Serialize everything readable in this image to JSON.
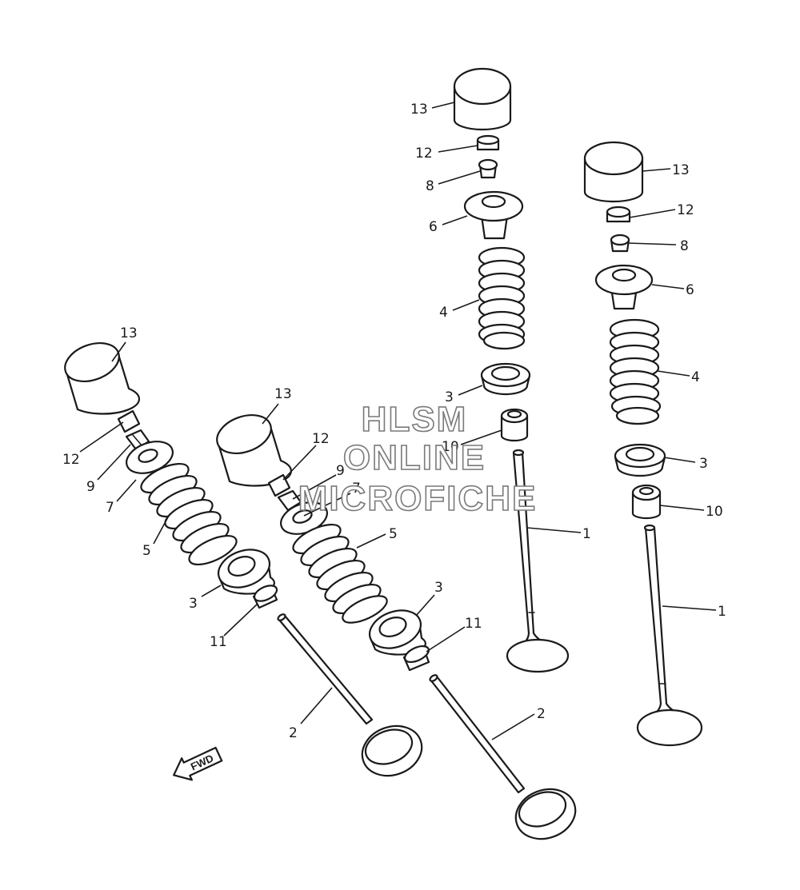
{
  "watermark": {
    "line1": "HLSM",
    "line2": "ONLINE",
    "line3": "MICROFICHE"
  },
  "direction_arrow": {
    "label": "FWD"
  },
  "callouts": {
    "c1a": "1",
    "c1b": "1",
    "c2a": "2",
    "c2b": "2",
    "c3a": "3",
    "c3b": "3",
    "c3c": "3",
    "c3d": "3",
    "c4a": "4",
    "c4b": "4",
    "c5a": "5",
    "c5b": "5",
    "c6a": "6",
    "c6b": "6",
    "c7a": "7",
    "c7b": "7",
    "c8a": "8",
    "c8b": "8",
    "c9a": "9",
    "c9b": "9",
    "c10a": "10",
    "c10b": "10",
    "c11a": "11",
    "c11b": "11",
    "c12a": "12",
    "c12b": "12",
    "c12c": "12",
    "c12d": "12",
    "c13a": "13",
    "c13b": "13",
    "c13c": "13",
    "c13d": "13"
  }
}
